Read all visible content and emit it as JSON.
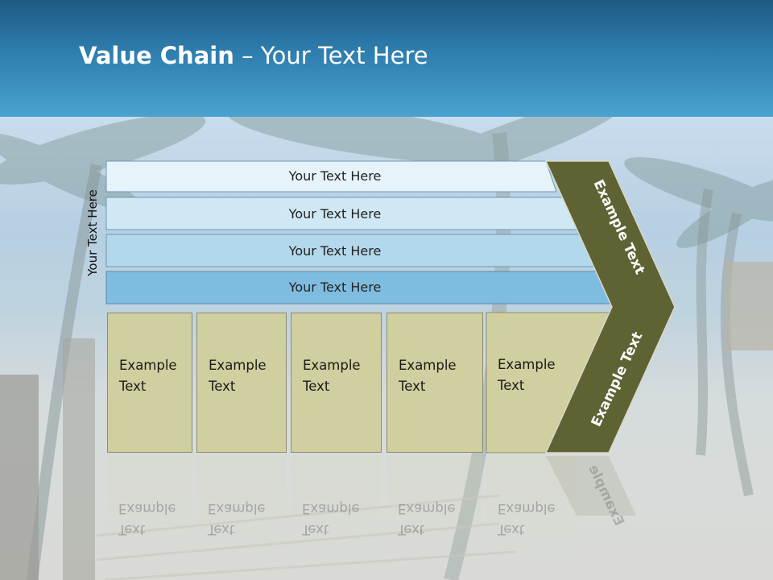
{
  "slide": {
    "title_bold": "Value Chain",
    "title_rest": " – Your Text Here",
    "vertical_label": "Your Text Here",
    "rows": [
      {
        "label": "Your Text Here",
        "fill": "#e6f3fa"
      },
      {
        "label": "Your Text Here",
        "fill": "#d0e8f4"
      },
      {
        "label": "Your Text Here",
        "fill": "#b3d8ec"
      },
      {
        "label": "Your Text Here",
        "fill": "#7fbde0"
      }
    ],
    "boxes": [
      {
        "line1": "Example",
        "line2": "Text"
      },
      {
        "line1": "Example",
        "line2": "Text"
      },
      {
        "line1": "Example",
        "line2": "Text"
      },
      {
        "line1": "Example",
        "line2": "Text"
      },
      {
        "line1": "Example",
        "line2": "Text"
      }
    ],
    "chevron_top_text": "Example Text",
    "chevron_bottom_text": "Example Text",
    "chevron_reflection_text": "Example",
    "colors": {
      "header": "#2e7eae",
      "chevron": "#5f6233",
      "box": "#cfcf9f"
    }
  }
}
